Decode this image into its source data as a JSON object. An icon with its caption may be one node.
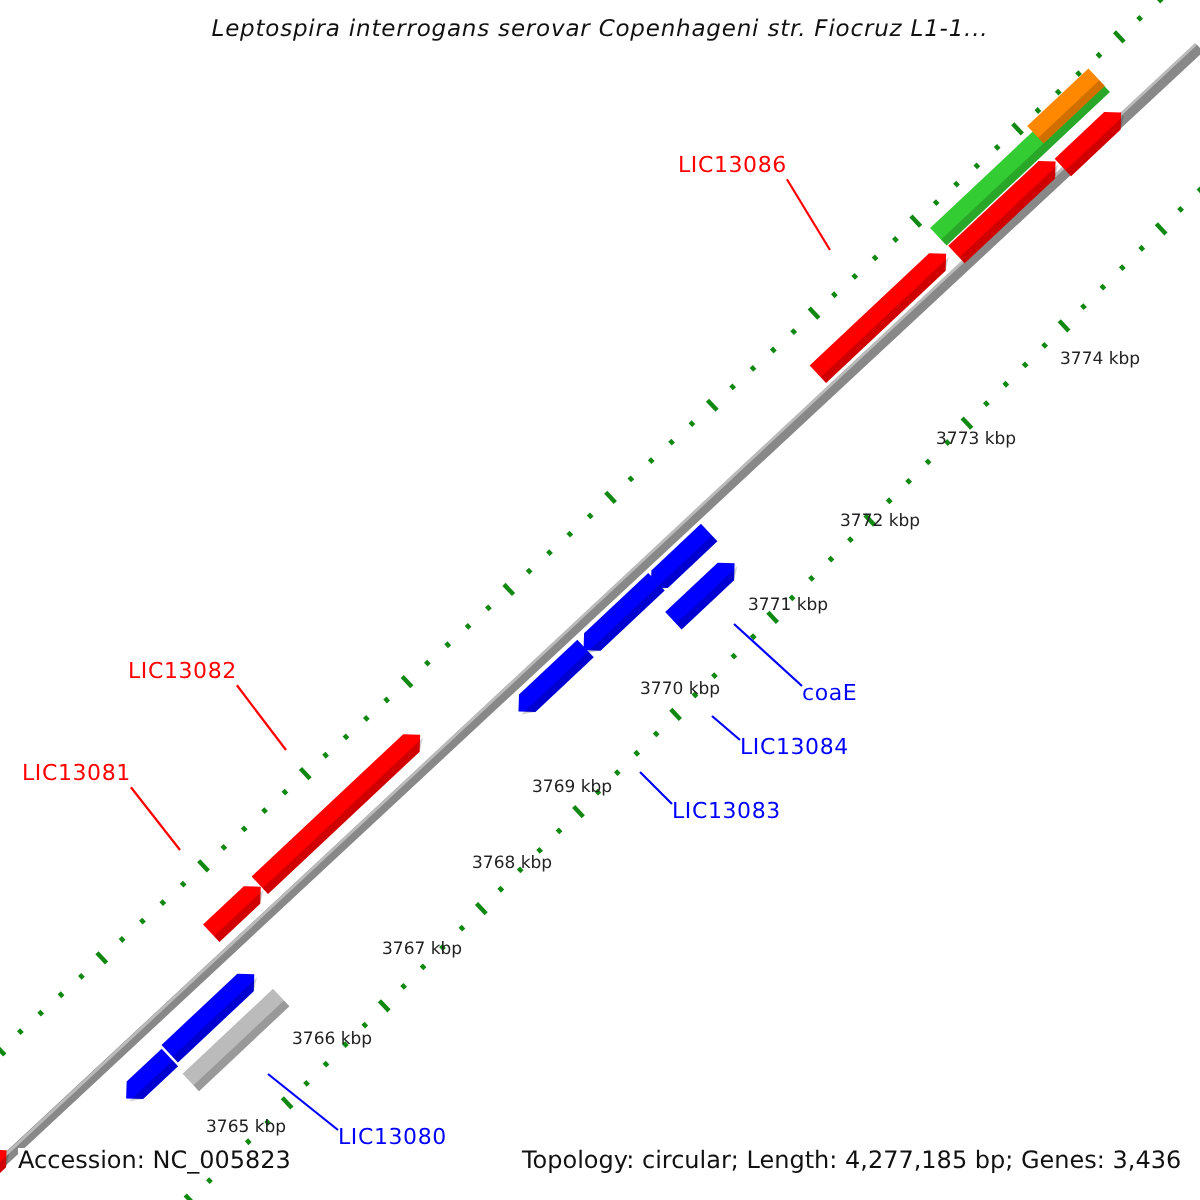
{
  "diagram": {
    "title": "Leptospira interrogans serovar Copenhageni str. Fiocruz L1-1...",
    "nodes": [
      {
        "text": [
          "LIC13086"
        ]
      },
      {
        "text": [
          "LIC13082"
        ]
      },
      {
        "text": [
          "LIC13081"
        ]
      },
      {
        "text": [
          "coaE"
        ]
      },
      {
        "text": [
          "LIC13084"
        ]
      },
      {
        "text": [
          "LIC13083"
        ]
      },
      {
        "text": [
          "LIC13080"
        ]
      }
    ],
    "edges": [
      {
        "from": 0,
        "to": null,
        "arrow": "none",
        "color": "#ff0000"
      },
      {
        "from": 1,
        "to": null,
        "arrow": "none",
        "color": "#ff0000"
      },
      {
        "from": 2,
        "to": null,
        "arrow": "none",
        "color": "#ff0000"
      },
      {
        "from": 3,
        "to": null,
        "arrow": "none"
      },
      {
        "from": 4,
        "to": null,
        "arrow": "none"
      },
      {
        "from": 5,
        "to": null,
        "arrow": "none"
      },
      {
        "from": 6,
        "to": null,
        "arrow": "none"
      }
    ],
    "labels": [
      "3774 kbp",
      "3773 kbp",
      "3772 kbp",
      "3771 kbp",
      "3770 kbp",
      "3769 kbp",
      "3768 kbp",
      "3767 kbp",
      "3766 kbp",
      "3765 kbp",
      "Accession: NC_005823",
      "Topology: circular; Length: 4,277,185 bp; Genes: 3,436"
    ]
  }
}
